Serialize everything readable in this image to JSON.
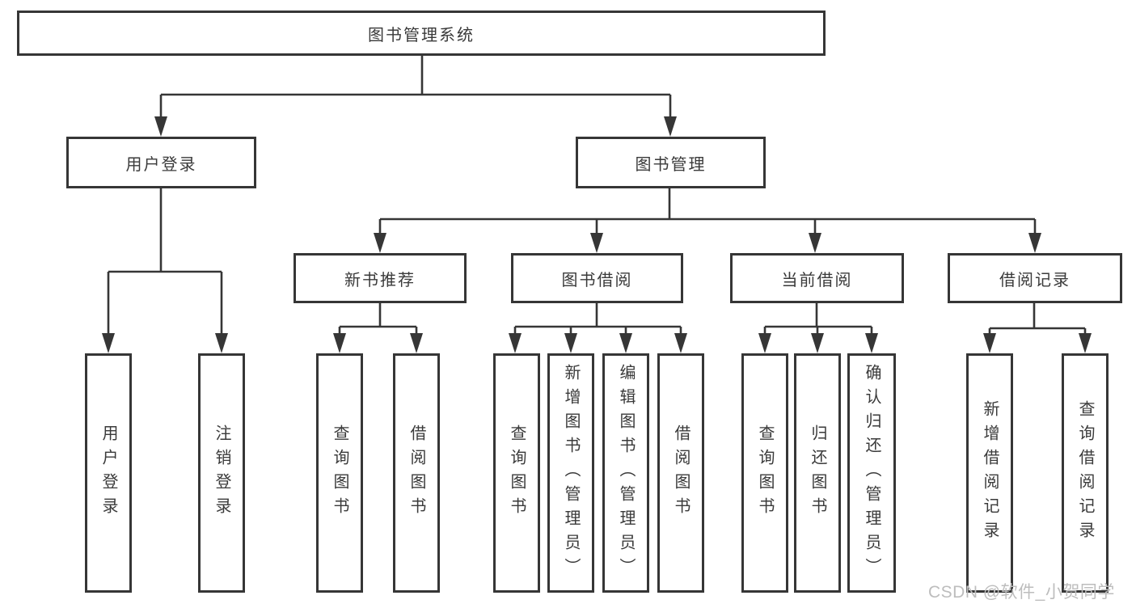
{
  "colors": {
    "line": "#363636",
    "box_border": "#363636",
    "text": "#3a3a3a",
    "background": "#ffffff",
    "watermark": "#bdbdbd"
  },
  "watermark": {
    "text": "CSDN @软件_小贺同学"
  },
  "tree": {
    "label": "图书管理系统",
    "children": [
      {
        "label": "用户登录",
        "children": [
          {
            "label": "用户登录"
          },
          {
            "label": "注销登录"
          }
        ]
      },
      {
        "label": "图书管理",
        "children": [
          {
            "label": "新书推荐",
            "children": [
              {
                "label": "查询图书"
              },
              {
                "label": "借阅图书"
              }
            ]
          },
          {
            "label": "图书借阅",
            "children": [
              {
                "label": "查询图书"
              },
              {
                "label": "新增图书（管理员）"
              },
              {
                "label": "编辑图书（管理员）"
              },
              {
                "label": "借阅图书"
              }
            ]
          },
          {
            "label": "当前借阅",
            "children": [
              {
                "label": "查询图书"
              },
              {
                "label": "归还图书"
              },
              {
                "label": "确认归还（管理员）"
              }
            ]
          },
          {
            "label": "借阅记录",
            "children": [
              {
                "label": "新增借阅记录"
              },
              {
                "label": "查询借阅记录"
              }
            ]
          }
        ]
      }
    ]
  }
}
